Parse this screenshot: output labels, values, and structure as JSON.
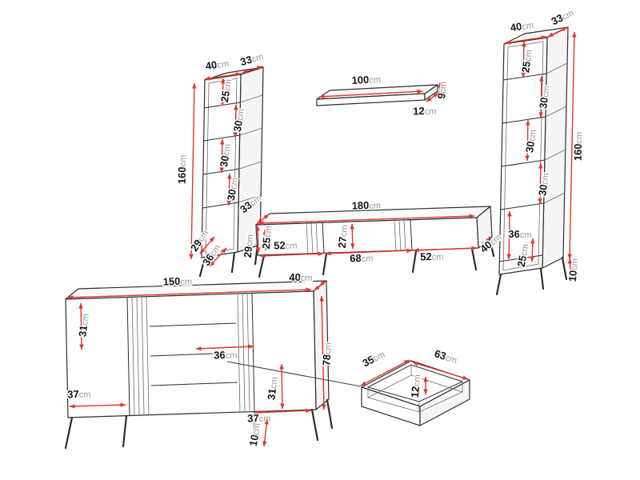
{
  "diagram": {
    "background": "#ffffff",
    "line_color": "#2e2e2e",
    "dimension_color": "#e2372b"
  },
  "pieces": {
    "cabinet_left": {
      "dims": {
        "width": {
          "v": "40",
          "u": "cm"
        },
        "depth": {
          "v": "33",
          "u": "cm"
        },
        "height": {
          "v": "160",
          "u": "cm"
        },
        "shelf_1": {
          "v": "25",
          "u": "cm"
        },
        "shelf_2": {
          "v": "30",
          "u": "cm"
        },
        "shelf_3": {
          "v": "30",
          "u": "cm"
        },
        "shelf_4": {
          "v": "30",
          "u": "cm"
        },
        "bottom_a": {
          "v": "29",
          "u": "cm"
        },
        "bottom_b": {
          "v": "36",
          "u": "cm"
        }
      }
    },
    "wall_shelf": {
      "dims": {
        "width": {
          "v": "100",
          "u": "cm"
        },
        "height": {
          "v": "9",
          "u": "cm"
        },
        "depth": {
          "v": "12",
          "u": "cm"
        }
      }
    },
    "cabinet_right": {
      "dims": {
        "width": {
          "v": "40",
          "u": "cm"
        },
        "depth": {
          "v": "33",
          "u": "cm"
        },
        "shelf_1": {
          "v": "25",
          "u": "cm"
        },
        "height": {
          "v": "160",
          "u": "cm"
        },
        "shelf_2": {
          "v": "30",
          "u": "cm"
        },
        "shelf_3": {
          "v": "30",
          "u": "cm"
        },
        "shelf_4": {
          "v": "30",
          "u": "cm"
        },
        "bottom_a": {
          "v": "36",
          "u": "cm"
        },
        "bottom_b": {
          "v": "25",
          "u": "cm"
        },
        "leg": {
          "v": "10",
          "u": "cm"
        }
      }
    },
    "tv_stand": {
      "dims": {
        "depth_top": {
          "v": "33",
          "u": "cm"
        },
        "width": {
          "v": "180",
          "u": "cm"
        },
        "inner_front": {
          "v": "25",
          "u": "cm"
        },
        "front": {
          "v": "29",
          "u": "cm"
        },
        "door_left": {
          "v": "52",
          "u": "cm"
        },
        "inner_height": {
          "v": "27",
          "u": "cm"
        },
        "middle_width": {
          "v": "68",
          "u": "cm"
        },
        "door_right": {
          "v": "52",
          "u": "cm"
        },
        "depth_side": {
          "v": "40",
          "u": "cm"
        }
      }
    },
    "sideboard": {
      "dims": {
        "width": {
          "v": "150",
          "u": "cm"
        },
        "depth": {
          "v": "40",
          "u": "cm"
        },
        "shelf_left": {
          "v": "31",
          "u": "cm"
        },
        "mid_width": {
          "v": "36",
          "u": "cm"
        },
        "height": {
          "v": "78",
          "u": "cm"
        },
        "door_left": {
          "v": "37",
          "u": "cm"
        },
        "shelf_right": {
          "v": "31",
          "u": "cm"
        },
        "door_right": {
          "v": "37",
          "u": "cm"
        },
        "leg": {
          "v": "10",
          "u": "cm"
        }
      }
    },
    "drawer": {
      "dims": {
        "depth": {
          "v": "35",
          "u": "cm"
        },
        "width": {
          "v": "63",
          "u": "cm"
        },
        "height": {
          "v": "12",
          "u": "cm"
        }
      }
    }
  }
}
